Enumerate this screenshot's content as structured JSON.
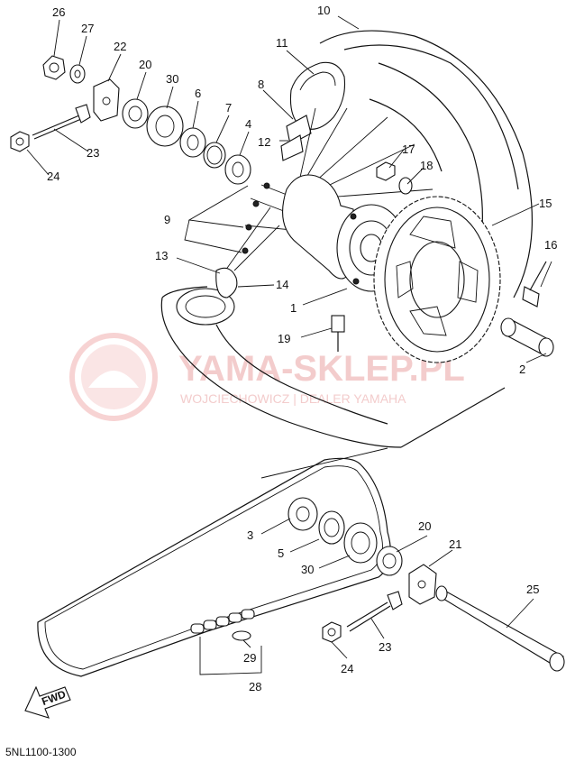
{
  "watermark": {
    "line1": "YAMA-SKLEP.PL",
    "line2": "WOJCIECHOWICZ | DEALER YAMAHA",
    "color": "#f2c4c4"
  },
  "fwd_label": "FWD",
  "diagram_code": "5NL1100-1300",
  "parts": [
    {
      "id": "p26",
      "label": "26"
    },
    {
      "id": "p27",
      "label": "27"
    },
    {
      "id": "p22",
      "label": "22"
    },
    {
      "id": "p20a",
      "label": "20"
    },
    {
      "id": "p30a",
      "label": "30"
    },
    {
      "id": "p6",
      "label": "6"
    },
    {
      "id": "p7",
      "label": "7"
    },
    {
      "id": "p4",
      "label": "4"
    },
    {
      "id": "p8",
      "label": "8"
    },
    {
      "id": "p11",
      "label": "11"
    },
    {
      "id": "p10",
      "label": "10"
    },
    {
      "id": "p12",
      "label": "12"
    },
    {
      "id": "p23a",
      "label": "23"
    },
    {
      "id": "p24a",
      "label": "24"
    },
    {
      "id": "p17",
      "label": "17"
    },
    {
      "id": "p18",
      "label": "18"
    },
    {
      "id": "p9",
      "label": "9"
    },
    {
      "id": "p15",
      "label": "15"
    },
    {
      "id": "p16",
      "label": "16"
    },
    {
      "id": "p13",
      "label": "13"
    },
    {
      "id": "p14",
      "label": "14"
    },
    {
      "id": "p1",
      "label": "1"
    },
    {
      "id": "p19",
      "label": "19"
    },
    {
      "id": "p2",
      "label": "2"
    },
    {
      "id": "p3",
      "label": "3"
    },
    {
      "id": "p5",
      "label": "5"
    },
    {
      "id": "p30b",
      "label": "30"
    },
    {
      "id": "p20b",
      "label": "20"
    },
    {
      "id": "p21",
      "label": "21"
    },
    {
      "id": "p25",
      "label": "25"
    },
    {
      "id": "p23b",
      "label": "23"
    },
    {
      "id": "p24b",
      "label": "24"
    },
    {
      "id": "p29",
      "label": "29"
    },
    {
      "id": "p28",
      "label": "28"
    }
  ]
}
